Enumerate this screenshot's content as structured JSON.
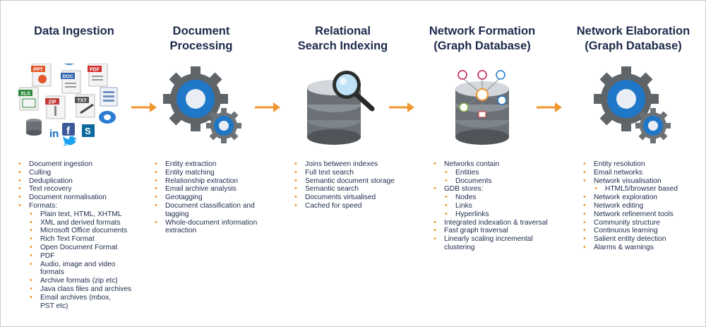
{
  "stages": [
    {
      "title_lines": [
        "Data Ingestion"
      ],
      "items": [
        {
          "text": "Document ingestion",
          "level": 1
        },
        {
          "text": "Culling",
          "level": 1
        },
        {
          "text": "Deduplication",
          "level": 1
        },
        {
          "text": "Text recovery",
          "level": 1
        },
        {
          "text": "Document normalisation",
          "level": 1
        },
        {
          "text": "Formats:",
          "level": 1
        },
        {
          "text": "Plain text, HTML, XHTML",
          "level": 2
        },
        {
          "text": "XML and derived formats",
          "level": 2
        },
        {
          "text": "Microsoft Office documents",
          "level": 2
        },
        {
          "text": "Rich Text Format",
          "level": 2
        },
        {
          "text": "Open Document Format",
          "level": 2
        },
        {
          "text": "PDF",
          "level": 2
        },
        {
          "text": "Audio, image and video formats",
          "level": 2
        },
        {
          "text": "Archive formats (zip etc)",
          "level": 2
        },
        {
          "text": "Java class files and archives",
          "level": 2
        },
        {
          "text": "Email archives (mbox,",
          "level": 2
        },
        {
          "text": "PST etc)",
          "level": 3
        }
      ],
      "icon_labels": [
        "PPT",
        "DOC",
        "PDF",
        "XLS",
        "ZIP",
        "TXT",
        "in",
        "f",
        "S"
      ]
    },
    {
      "title_lines": [
        "Document",
        "Processing"
      ],
      "items": [
        {
          "text": "Entity extraction",
          "level": 1
        },
        {
          "text": "Entity matching",
          "level": 1
        },
        {
          "text": "Relationship extraction",
          "level": 1
        },
        {
          "text": "Email archive analysis",
          "level": 1
        },
        {
          "text": "Geotagging",
          "level": 1
        },
        {
          "text": "Document classification and",
          "level": 1
        },
        {
          "text": "tagging",
          "level": 0
        },
        {
          "text": "Whole-document information",
          "level": 1
        },
        {
          "text": "extraction",
          "level": 0
        }
      ]
    },
    {
      "title_lines": [
        "Relational",
        "Search Indexing"
      ],
      "items": [
        {
          "text": "Joins between indexes",
          "level": 1
        },
        {
          "text": "Full text search",
          "level": 1
        },
        {
          "text": "Semantic document storage",
          "level": 1
        },
        {
          "text": "Semantic search",
          "level": 1
        },
        {
          "text": "Documents virtualised",
          "level": 1
        },
        {
          "text": "Cached for speed",
          "level": 1
        }
      ]
    },
    {
      "title_lines": [
        "Network Formation",
        "(Graph Database)"
      ],
      "items": [
        {
          "text": "Networks contain",
          "level": 1
        },
        {
          "text": "Entities",
          "level": 2
        },
        {
          "text": "Documents",
          "level": 2
        },
        {
          "text": "GDB stores:",
          "level": 1
        },
        {
          "text": "Nodes",
          "level": 2
        },
        {
          "text": "Links",
          "level": 2
        },
        {
          "text": "Hyperlinks",
          "level": 2
        },
        {
          "text": "Integrated indexation & traversal",
          "level": 1
        },
        {
          "text": "Fast graph traversal",
          "level": 1
        },
        {
          "text": "Linearly scaling incremental",
          "level": 1
        },
        {
          "text": "clustering",
          "level": 0
        }
      ]
    },
    {
      "title_lines": [
        "Network Elaboration",
        "(Graph Database)"
      ],
      "items": [
        {
          "text": "Entity resolution",
          "level": 1
        },
        {
          "text": "Email networks",
          "level": 1
        },
        {
          "text": "Network visualisation",
          "level": 1
        },
        {
          "text": "HTML5/browser based",
          "level": 2
        },
        {
          "text": "Network exploration",
          "level": 1
        },
        {
          "text": "Network editing",
          "level": 1
        },
        {
          "text": "Network refinement tools",
          "level": 1
        },
        {
          "text": "Community structure",
          "level": 1
        },
        {
          "text": "Continuous learning",
          "level": 1
        },
        {
          "text": "Salient entity detection",
          "level": 1
        },
        {
          "text": "Alarms & warnings",
          "level": 1
        }
      ]
    }
  ],
  "colors": {
    "title": "#1d2a4a",
    "bullet": "#f0962e",
    "arrow": "#f0962e",
    "gear_blue": "#1f77c8",
    "gear_grey": "#5f6469"
  }
}
